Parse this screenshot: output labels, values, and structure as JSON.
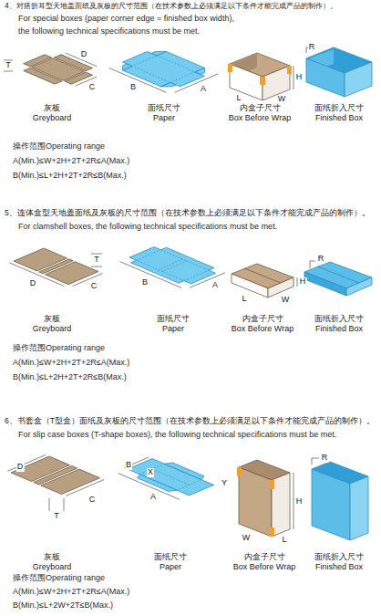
{
  "diagram": {
    "labels": [
      "4、对搭折耳型天地盖面纸及灰板的尺寸范围（在技术参数上必须满足以下条件才能完成产品的制作）。",
      "For special boxes (paper corner edge = finished box width),",
      "the following technical specifications must be met.",
      "T",
      "D",
      "C",
      "B",
      "A",
      "H",
      "L",
      "W",
      "R",
      "灰板",
      "Greyboard",
      "面纸尺寸",
      "Paper",
      "内盒子尺寸",
      "Box Before Wrap",
      "面纸折入尺寸",
      "Finished Box",
      "操作范围Operating range",
      "A(Min.)≤W+2H+2T+2R≤A(Max.)",
      "B(Min.)≤L+2H+2T+2R≤B(Max.)",
      "5、连体盒型天地盖面纸及灰板的尺寸范围（在技术参数上必须满足以下条件才能完成产品的制作）。",
      "For clamshell boxes, the following technical specifications must be met.",
      "T",
      "D",
      "C",
      "B",
      "A",
      "H",
      "W",
      "L",
      "R",
      "灰板",
      "Greyboard",
      "面纸尺寸",
      "Paper",
      "内盒子尺寸",
      "Box Before Wrap",
      "面纸折入尺寸",
      "Finished Box",
      "操作范围Operating range",
      "A(Min.)≤W+2H+2T+2R≤A(Max.)",
      "B(Min.)≤L+2H+2T+2R≤B(Max.)",
      "6、书套盒（T型盒）面纸及灰板的尺寸范围（在技术参数上必须满足以下条件才能完成产品的制作）。",
      "For slip case boxes (T-shape boxes), the following technical specifications must be met.",
      "D",
      "C",
      "T",
      "B",
      "X",
      "A",
      "Y",
      "H",
      "W",
      "L",
      "R",
      "灰板",
      "Greyboard",
      "面纸尺寸",
      "Paper",
      "内盒子尺寸",
      "Box Before Wrap",
      "面纸折入尺寸",
      "Finished Box",
      "操作范围Operating range",
      "A(Min.)≤W+2H+2T+2R≤A(Max.)",
      "B(Min.)≤L+2W+2T≤B(Max.)"
    ]
  }
}
